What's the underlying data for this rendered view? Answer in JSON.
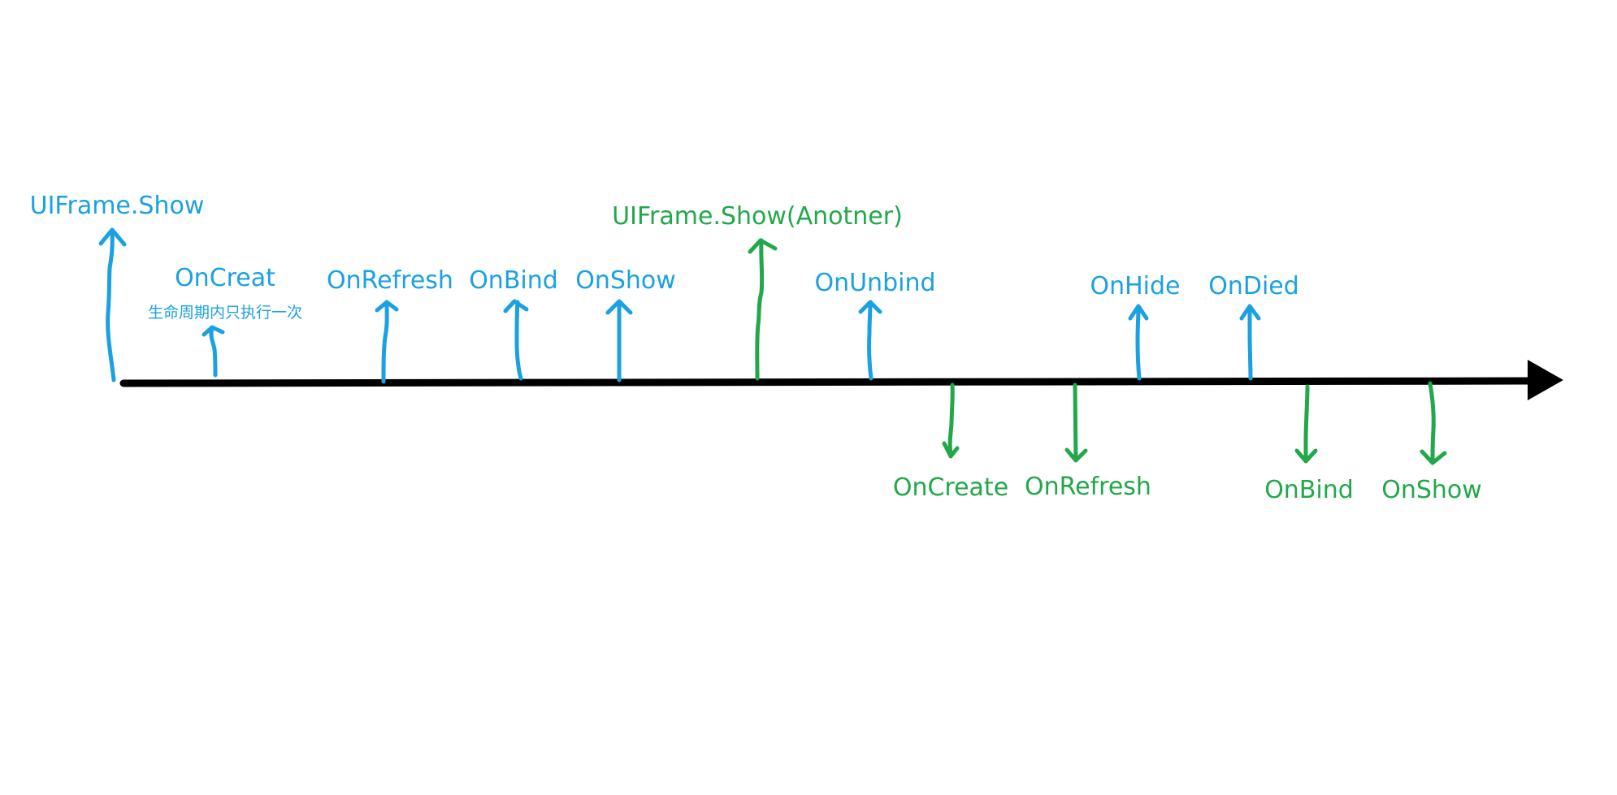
{
  "colors": {
    "before": "#1ba1e2",
    "after": "#22a84a",
    "timeline": "#000000",
    "background": "#ffffff"
  },
  "events": [
    {
      "id": "uiframe-show",
      "label": "UIFrame.Show",
      "note": "",
      "group": "before",
      "direction": "up"
    },
    {
      "id": "on-creat",
      "label": "OnCreat",
      "note": "生命周期内只执行一次",
      "group": "before",
      "direction": "up"
    },
    {
      "id": "on-refresh",
      "label": "OnRefresh",
      "note": "",
      "group": "before",
      "direction": "up"
    },
    {
      "id": "on-bind",
      "label": "OnBind",
      "note": "",
      "group": "before",
      "direction": "up"
    },
    {
      "id": "on-show",
      "label": "OnShow",
      "note": "",
      "group": "before",
      "direction": "up"
    },
    {
      "id": "uiframe-show-another",
      "label": "UIFrame.Show(Anotner)",
      "note": "",
      "group": "after",
      "direction": "up"
    },
    {
      "id": "on-unbind",
      "label": "OnUnbind",
      "note": "",
      "group": "before",
      "direction": "up"
    },
    {
      "id": "on-create-2",
      "label": "OnCreate",
      "note": "",
      "group": "after",
      "direction": "down"
    },
    {
      "id": "on-refresh-2",
      "label": "OnRefresh",
      "note": "",
      "group": "after",
      "direction": "down"
    },
    {
      "id": "on-hide",
      "label": "OnHide",
      "note": "",
      "group": "before",
      "direction": "up"
    },
    {
      "id": "on-died",
      "label": "OnDied",
      "note": "",
      "group": "before",
      "direction": "up"
    },
    {
      "id": "on-bind-2",
      "label": "OnBind",
      "note": "",
      "group": "after",
      "direction": "down"
    },
    {
      "id": "on-show-2",
      "label": "OnShow",
      "note": "",
      "group": "after",
      "direction": "down"
    }
  ]
}
